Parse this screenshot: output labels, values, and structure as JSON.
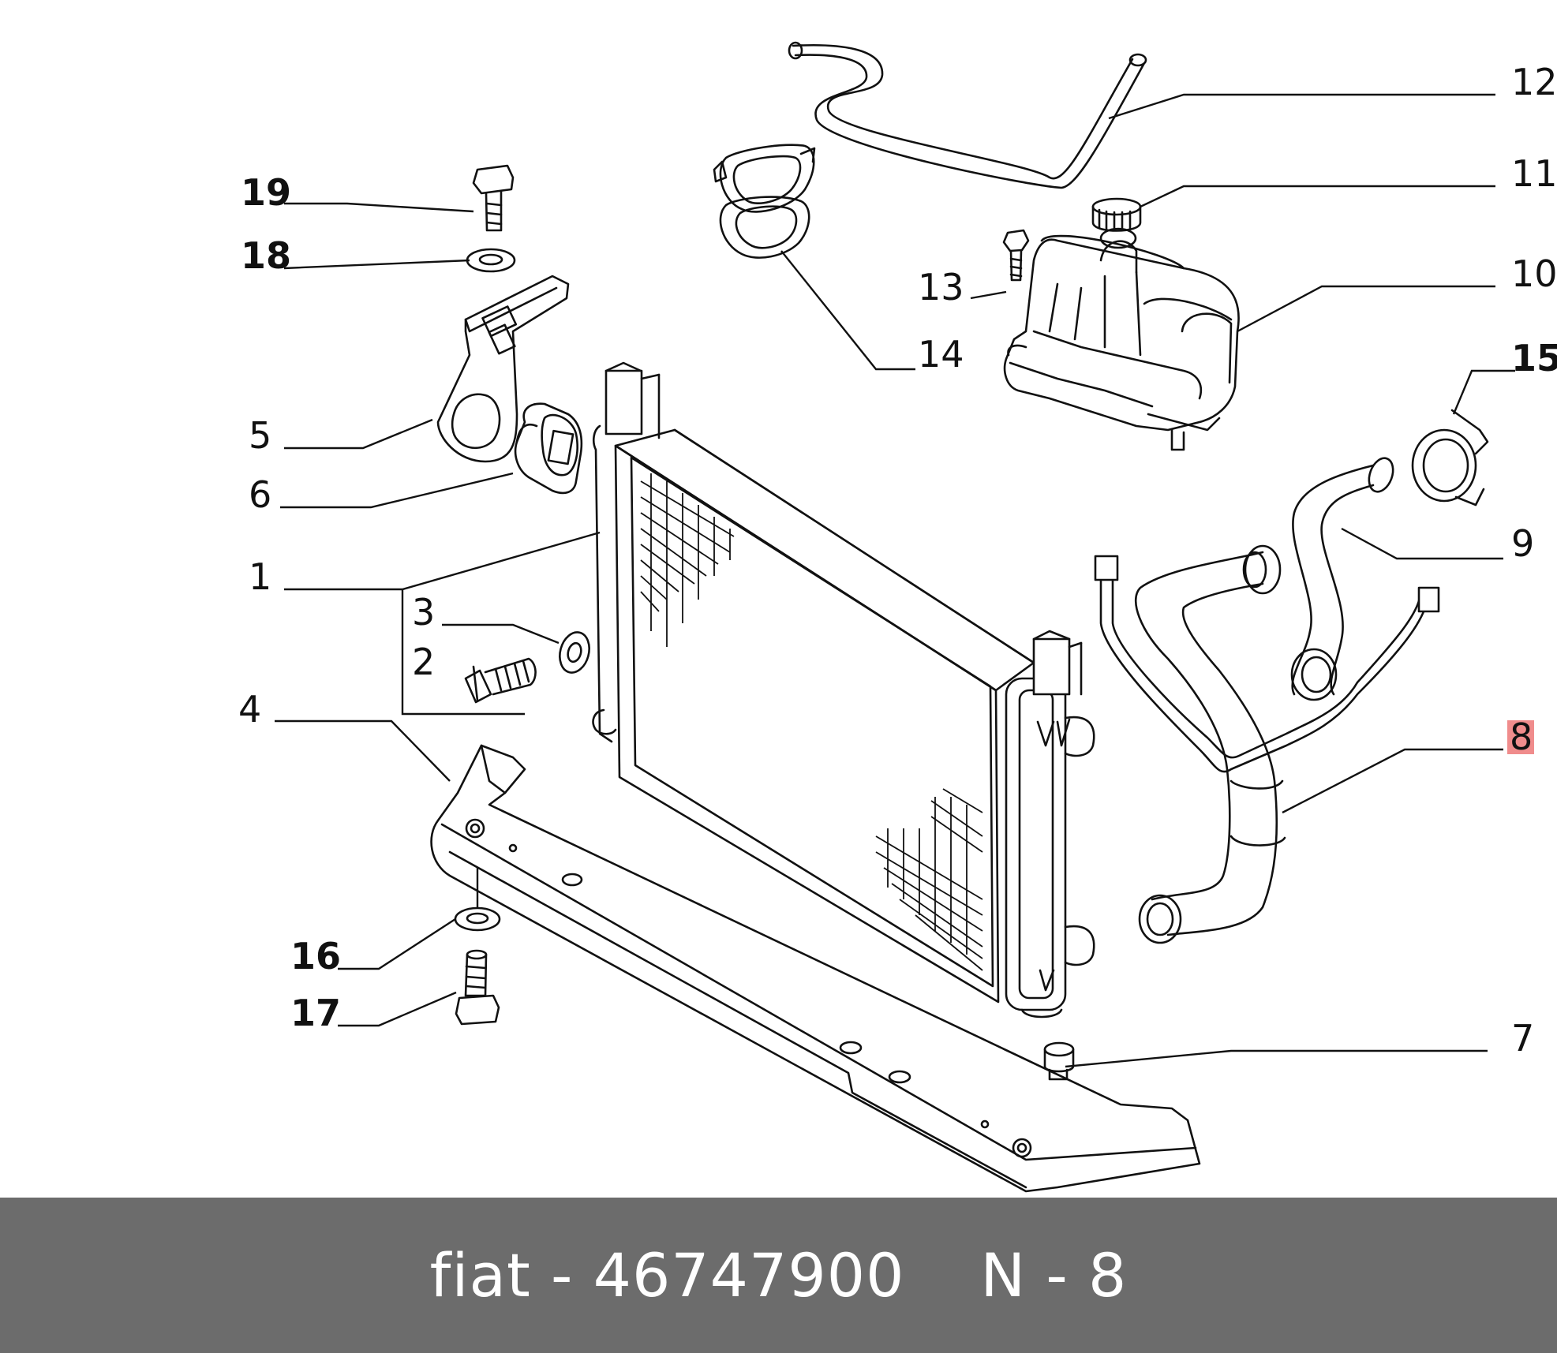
{
  "diagram": {
    "callouts": [
      {
        "id": "c1",
        "label": "1"
      },
      {
        "id": "c2",
        "label": "2"
      },
      {
        "id": "c3",
        "label": "3"
      },
      {
        "id": "c4",
        "label": "4"
      },
      {
        "id": "c5",
        "label": "5"
      },
      {
        "id": "c6",
        "label": "6"
      },
      {
        "id": "c7",
        "label": "7"
      },
      {
        "id": "c8",
        "label": "8",
        "highlighted": true
      },
      {
        "id": "c9",
        "label": "9"
      },
      {
        "id": "c10",
        "label": "10"
      },
      {
        "id": "c11",
        "label": "11"
      },
      {
        "id": "c12",
        "label": "12"
      },
      {
        "id": "c13",
        "label": "13"
      },
      {
        "id": "c14",
        "label": "14"
      },
      {
        "id": "c15",
        "label": "15"
      },
      {
        "id": "c16",
        "label": "16"
      },
      {
        "id": "c17",
        "label": "17"
      },
      {
        "id": "c18",
        "label": "18"
      },
      {
        "id": "c19",
        "label": "19"
      }
    ],
    "highlight_color": "#f08c8c"
  },
  "footer": {
    "part_text": "fiat - 46747900",
    "ref_text": "N - 8",
    "background": "#6c6c6c"
  }
}
